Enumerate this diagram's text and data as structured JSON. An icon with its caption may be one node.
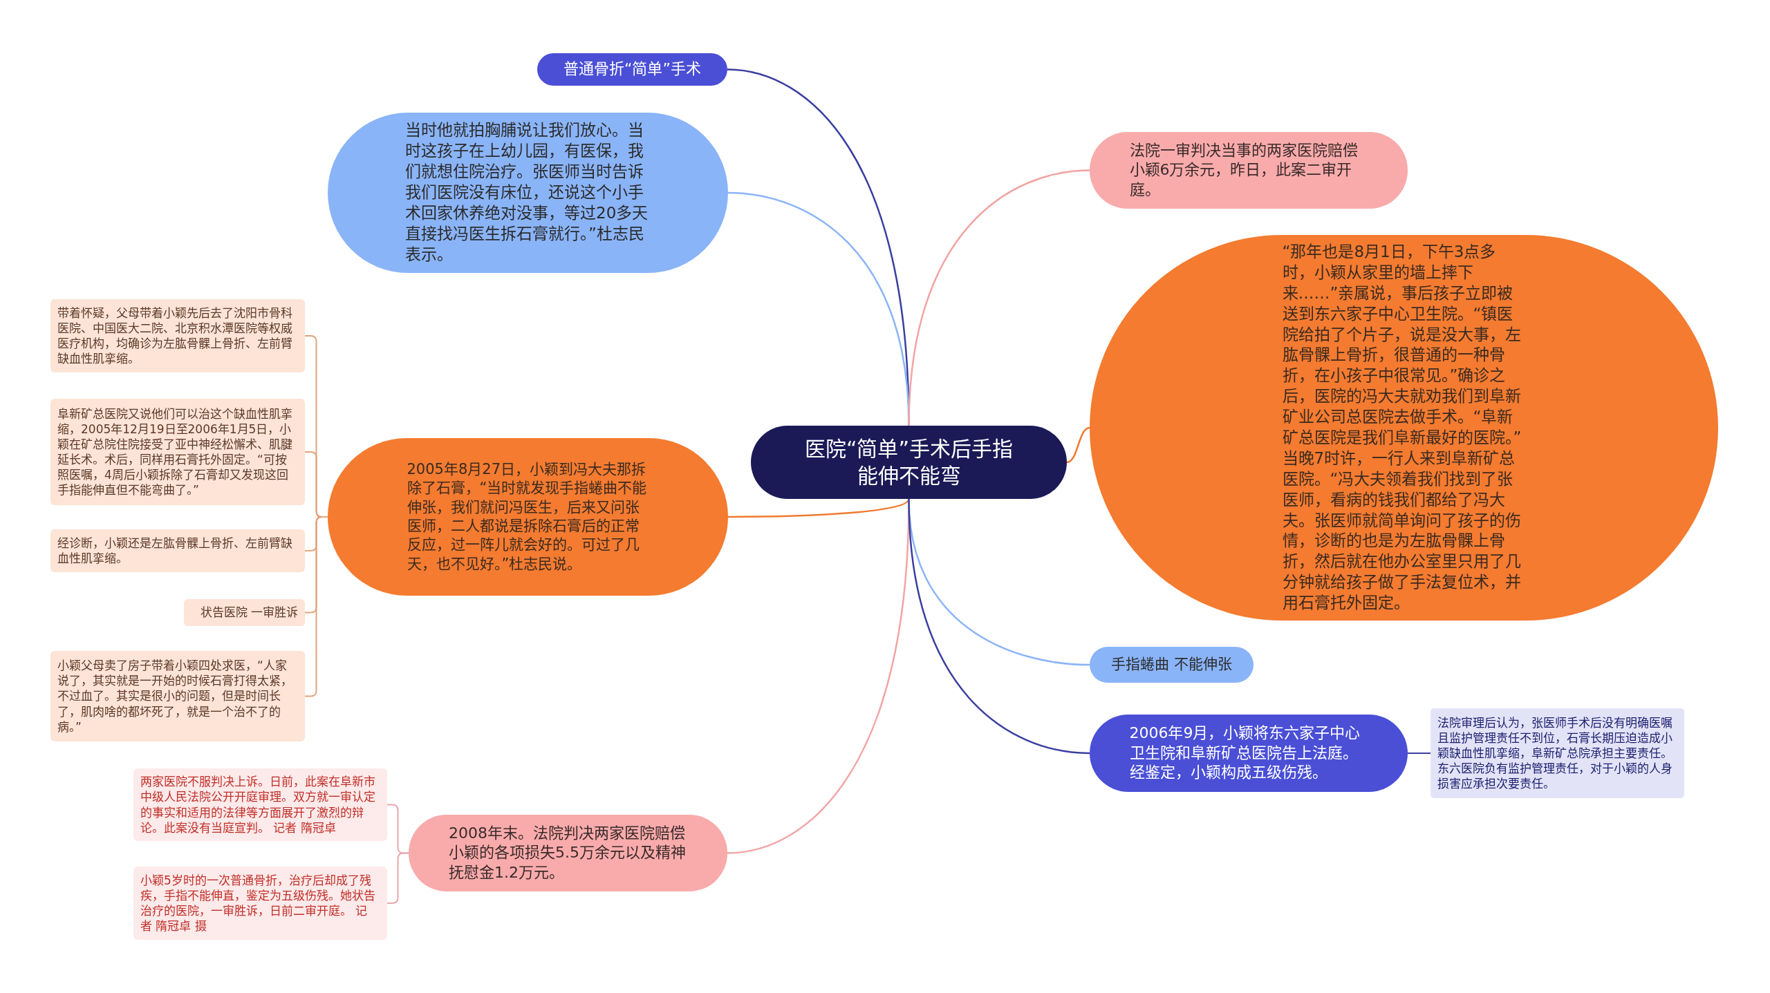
{
  "diagram": {
    "nodes": [
      {
        "text": [
          "医院“简单”手术后手指能伸不能弯"
        ]
      },
      {
        "text": [
          "普通骨折“简单”手术"
        ]
      },
      {
        "text": [
          "当时他就拍胸脯说让我们放心。当时这孩子在上幼儿园，有医保，我们就想住院治疗。张医师当时告诉我们医院没有床位，还说这个小手术回家休养绝对没事，等过20多天直接找冯医生拆石膏就行。”杜志民表示。"
        ]
      },
      {
        "text": [
          "2005年8月27日，小颖到冯大夫那拆除了石膏，“当时就发现手指蜷曲不能伸张，我们就问冯医生，后来又问张医师，二人都说是拆除石膏后的正常反应，过一阵儿就会好的。可过了几天，也不见好。”杜志民说。"
        ]
      },
      {
        "text": [
          "2008年末。法院判决两家医院赔偿小颖的各项损失5.5万余元以及精神抚慰金1.2万元。"
        ]
      },
      {
        "text": [
          "法院一审判决当事的两家医院赔偿小颖6万余元，昨日，此案二审开庭。"
        ]
      },
      {
        "text": [
          "“那年也是8月1日，下午3点多时，小颖从家里的墙上摔下来……”亲属说，事后孩子立即被送到东六家子中心卫生院。“镇医院给拍了个片子，说是没大事，左肱骨髁上骨折，很普通的一种骨折，在小孩子中很常见。”确诊之后，医院的冯大夫就劝我们到阜新矿业公司总医院去做手术。“阜新矿总医院是我们阜新最好的医院。”当晚7时许，一行人来到阜新矿总医院。“冯大夫领着我们找到了张医师，看病的钱我们都给了冯大夫。张医师就简单询问了孩子的伤情，诊断的也是为左肱骨髁上骨折，然后就在他办公室里只用了几分钟就给孩子做了手法复位术，并用石膏托外固定。"
        ]
      },
      {
        "text": [
          "手指蜷曲 不能伸张"
        ]
      },
      {
        "text": [
          "2006年9月，小颖将东六家子中心卫生院和阜新矿总医院告上法庭。经鉴定，小颖构成五级伤残。"
        ]
      },
      {
        "text": [
          "法院审理后认为，张医师手术后没有明确医嘱且监护管理责任不到位，石膏长期压迫造成小颖缺血性肌挛缩，阜新矿总院承担主要责任。东六医院负有监护管理责任，对于小颖的人身损害应承担次要责任。"
        ]
      },
      {
        "text": [
          "带着怀疑，父母带着小颖先后去了沈阳市骨科医院、中国医大二院、北京积水潭医院等权威医疗机构，均确诊为左肱骨髁上骨折、左前臂缺血性肌挛缩。"
        ]
      },
      {
        "text": [
          "阜新矿总医院又说他们可以治这个缺血性肌挛缩，2005年12月19日至2006年1月5日，小颖在矿总院住院接受了亚中神经松懈术、肌腱延长术。术后，同样用石膏托外固定。“可按照医嘱，4周后小颖拆除了石膏却又发现这回手指能伸直但不能弯曲了。”"
        ]
      },
      {
        "text": [
          "经诊断，小颖还是左肱骨髁上骨折、左前臂缺血性肌挛缩。"
        ]
      },
      {
        "text": [
          "状告医院 一审胜诉"
        ]
      },
      {
        "text": [
          "小颖父母卖了房子带着小颖四处求医，“人家说了，其实就是一开始的时候石膏打得太紧，不过血了。其实是很小的问题，但是时间长了，肌肉啥的都坏死了，就是一个治不了的病。”"
        ]
      },
      {
        "text": [
          "两家医院不服判决上诉。日前，此案在阜新市中级人民法院公开开庭审理。双方就一审认定的事实和适用的法律等方面展开了激烈的辩论。此案没有当庭宣判。 记者 隋冠卓"
        ]
      },
      {
        "text": [
          "小颖5岁时的一次普通骨折，治疗后却成了残疾，手指不能伸直，鉴定为五级伤残。她状告治疗的医院，一审胜诉，日前二审开庭。 记者 隋冠卓 摄"
        ]
      }
    ],
    "edges": [
      {
        "from": 0,
        "to": 1,
        "arrow": "none",
        "color": "#3a3f9f"
      },
      {
        "from": 0,
        "to": 2,
        "arrow": "none",
        "color": "#8ab4f8"
      },
      {
        "from": 0,
        "to": 3,
        "arrow": "none",
        "color": "#f07a30"
      },
      {
        "from": 0,
        "to": 4,
        "arrow": "none",
        "color": "#f2a4a4"
      },
      {
        "from": 0,
        "to": 5,
        "arrow": "none",
        "color": "#f2a4a4"
      },
      {
        "from": 0,
        "to": 6,
        "arrow": "none",
        "color": "#f07a30"
      },
      {
        "from": 0,
        "to": 7,
        "arrow": "none",
        "color": "#8ab4f8"
      },
      {
        "from": 0,
        "to": 8,
        "arrow": "none",
        "color": "#3a3f9f"
      },
      {
        "from": 3,
        "to": 10,
        "arrow": "none"
      },
      {
        "from": 3,
        "to": 11,
        "arrow": "none"
      },
      {
        "from": 3,
        "to": 12,
        "arrow": "none"
      },
      {
        "from": 3,
        "to": 13,
        "arrow": "none"
      },
      {
        "from": 3,
        "to": 14,
        "arrow": "none"
      },
      {
        "from": 4,
        "to": 15,
        "arrow": "none",
        "color": "#eaa6ae"
      },
      {
        "from": 4,
        "to": 16,
        "arrow": "none",
        "color": "#eaa6ae"
      },
      {
        "from": 8,
        "to": 9,
        "arrow": "none",
        "color": "#3a3f9f"
      }
    ]
  }
}
